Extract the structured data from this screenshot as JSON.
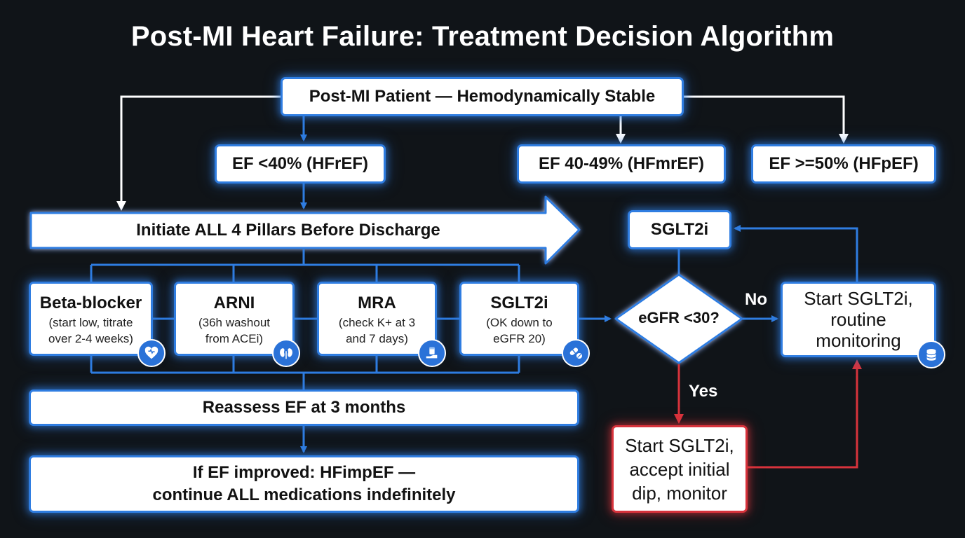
{
  "title": "Post-MI Heart Failure: Treatment Decision Algorithm",
  "start": "Post-MI Patient — Hemodynamically Stable",
  "ef_categories": {
    "hfref": "EF <40% (HFrEF)",
    "hfmref": "EF 40-49% (HFmrEF)",
    "hfpef": "EF >=50% (HFpEF)"
  },
  "initiate": "Initiate ALL 4 Pillars Before Discharge",
  "pillars": [
    {
      "name": "Beta-blocker",
      "note_line1": "(start low, titrate",
      "note_line2": "over 2-4 weeks)",
      "icon": "heart-icon"
    },
    {
      "name": "ARNI",
      "note_line1": "(36h washout",
      "note_line2": "from ACEi)",
      "icon": "kidneys-icon"
    },
    {
      "name": "MRA",
      "note_line1": "(check K+ at 3",
      "note_line2": "and 7 days)",
      "icon": "medicine-hand-icon"
    },
    {
      "name": "SGLT2i",
      "note_line1": "(OK down to",
      "note_line2": "eGFR 20)",
      "icon": "pills-icon"
    }
  ],
  "reassess": "Reassess EF at 3 months",
  "improved_line1": "If EF improved: HFimpEF —",
  "improved_line2": "continue ALL medications indefinitely",
  "sglt2i_box": "SGLT2i",
  "decision": "eGFR <30?",
  "no_label": "No",
  "yes_label": "Yes",
  "routine": {
    "line1": "Start SGLT2i,",
    "line2": "routine",
    "line3": "monitoring",
    "icon": "coins-icon"
  },
  "accept_dip": {
    "line1": "Start SGLT2i,",
    "line2": "accept initial",
    "line3": "dip, monitor"
  },
  "colors": {
    "background": "#101418",
    "blue": "#2f7de1",
    "red": "#d8333c",
    "white_arrow": "#ffffff"
  }
}
